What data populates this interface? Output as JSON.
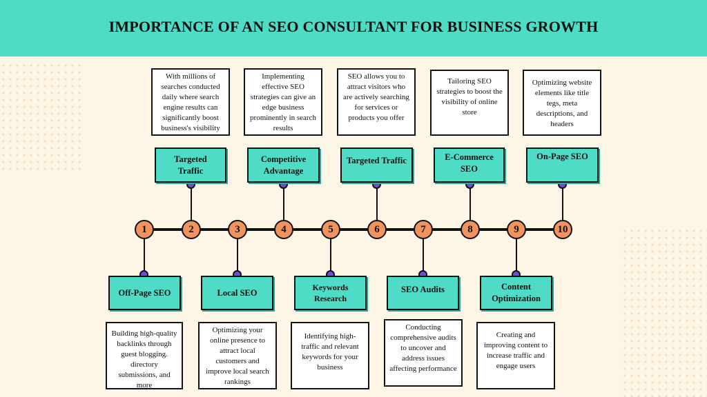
{
  "title": "IMPORTANCE OF AN SEO CONSULTANT FOR BUSINESS GROWTH",
  "colors": {
    "header": "#4fdcc6",
    "background": "#fdf6e6",
    "box_fill": "#4fdcc6",
    "number_circle": "#f0935f",
    "connector_dot": "#6c4fd6"
  },
  "steps": [
    {
      "number": "1",
      "label": "Off-Page SEO",
      "description": "Building high-quality backlinks through guest blogging. directory submissions, and more"
    },
    {
      "number": "2",
      "label": "Targeted Traffic",
      "description": "With millions of searches conducted daily where  search engine results can significantly boost business's visibility"
    },
    {
      "number": "3",
      "label": "Local SEO",
      "description": "Optimizing your online presence to attract local customers and improve local search rankings"
    },
    {
      "number": "4",
      "label": "Competitive Advantage",
      "description": "Implementing effective SEO strategies can give an edge business prominently in search results"
    },
    {
      "number": "5",
      "label": "Keywords Research",
      "description": "Identifying high-traffic and relevant keywords for your business"
    },
    {
      "number": "6",
      "label": "Targeted Traffic",
      "description": "SEO allows you to attract visitors who are actively searching for services or products you offer"
    },
    {
      "number": "7",
      "label": "SEO Audits",
      "description": "Conducting comprehensive audits to uncover and address issues affecting performance"
    },
    {
      "number": "8",
      "label": "E-Commerce SEO",
      "description": "Tailoring SEO strategies to boost the visibility of online store"
    },
    {
      "number": "9",
      "label": "Content Optimization",
      "description": "Creating and improving content to increase traffic and engage users"
    },
    {
      "number": "10",
      "label": "On-Page SEO",
      "description": "Optimizing website elements like title tegs, meta descriptions, and headers"
    }
  ]
}
